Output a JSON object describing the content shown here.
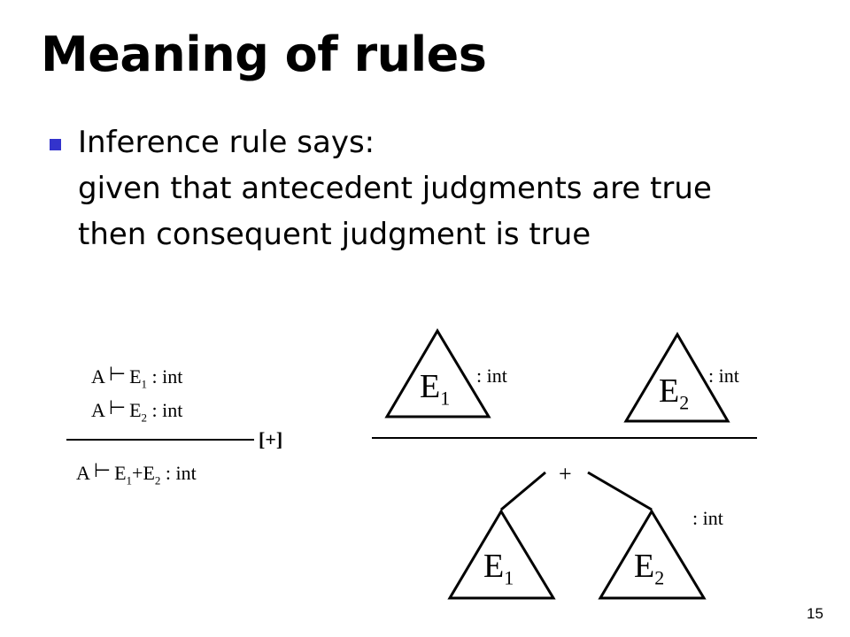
{
  "slide": {
    "title": "Meaning of rules",
    "bullet": {
      "lines": [
        "Inference rule says:",
        "given that antecedent judgments are true",
        "then consequent judgment is true"
      ]
    },
    "page_number": "15"
  },
  "rule": {
    "turnstile": "⊢",
    "antecedent1": {
      "env": "A",
      "expr": "E",
      "sub": "1",
      "type": ": int"
    },
    "antecedent2": {
      "env": "A",
      "expr": "E",
      "sub": "2",
      "type": ": int"
    },
    "name": "[+]",
    "consequent": {
      "env": "A",
      "e1": "E",
      "sub1": "1",
      "op": "+",
      "e2": "E",
      "sub2": "2",
      "type": ": int"
    }
  },
  "tree": {
    "top_left": {
      "label": "E",
      "sub": "1",
      "type": ": int"
    },
    "top_right": {
      "label": "E",
      "sub": "2",
      "type": ": int"
    },
    "plus": "+",
    "bottom_type": ": int",
    "bottom_left": {
      "label": "E",
      "sub": "1"
    },
    "bottom_right": {
      "label": "E",
      "sub": "2"
    }
  }
}
